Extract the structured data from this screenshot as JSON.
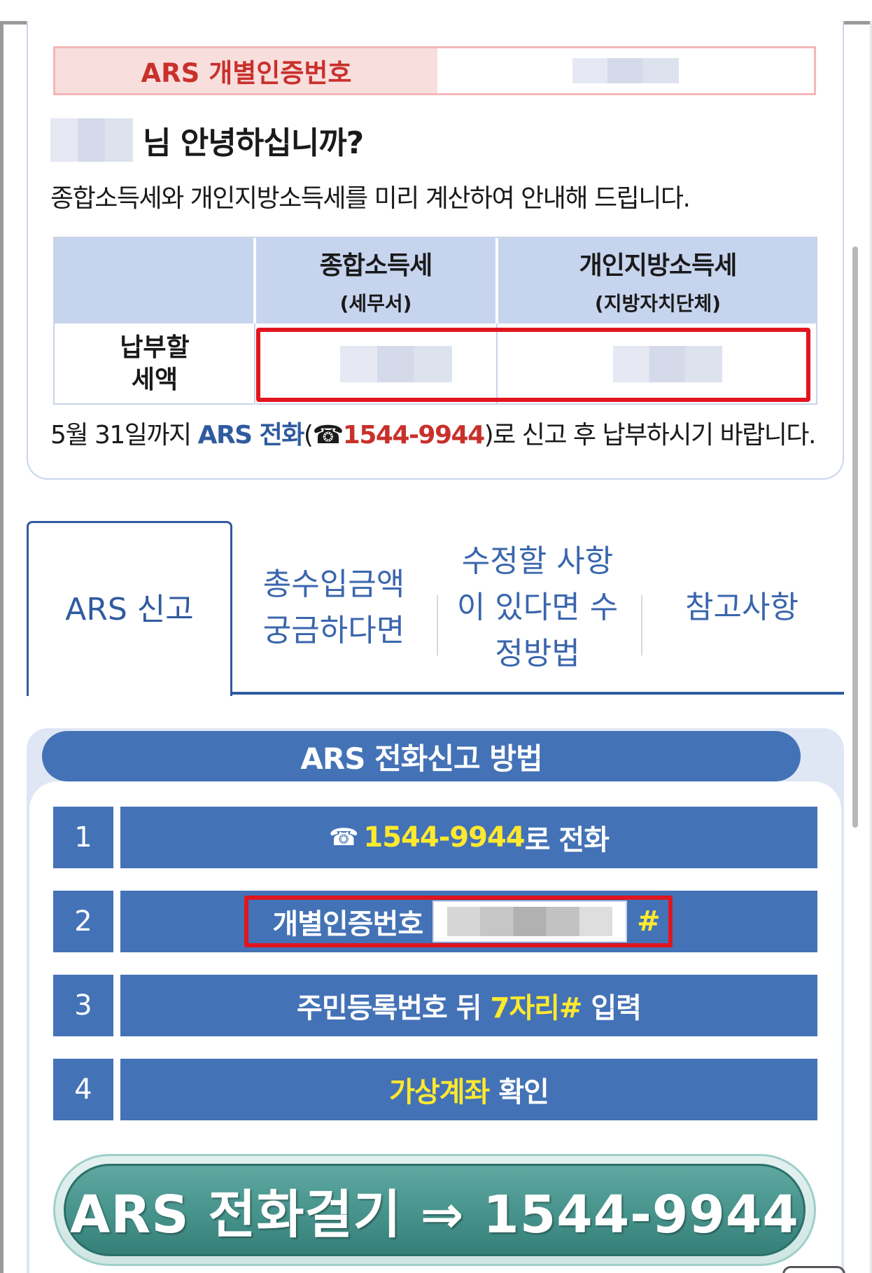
{
  "ars_code": {
    "label": "ARS 개별인증번호"
  },
  "greeting": {
    "suffix": "님 안녕하십니까?"
  },
  "intro": "종합소득세와 개인지방소득세를 미리 계산하여 안내해 드립니다.",
  "tax_table": {
    "col1_title": "종합소득세",
    "col1_sub": "(세무서)",
    "col2_title": "개인지방소득세",
    "col2_sub": "(지방자치단체)",
    "row_label_line1": "납부할",
    "row_label_line2": "세액"
  },
  "notice": {
    "prefix": "5월 31일까지 ",
    "ars_phone": "ARS 전화",
    "open_paren": "(",
    "phone_icon": "☎",
    "phone": "1544-9944",
    "suffix": ")로 신고 후 납부하시기 바랍니다."
  },
  "tabs": [
    {
      "label": "ARS 신고",
      "active": true
    },
    {
      "label": "총수입금액 궁금하다면",
      "active": false
    },
    {
      "label": "수정할 사항이 있다면 수정방법",
      "active": false
    },
    {
      "label": "참고사항",
      "active": false
    }
  ],
  "method": {
    "title": "ARS 전화신고 방법",
    "steps": [
      {
        "num": "1",
        "icon": "☎",
        "highlight": "1544-9944",
        "text": "로 전화"
      },
      {
        "num": "2",
        "text": "개별인증번호",
        "hash": "#"
      },
      {
        "num": "3",
        "text_before": "주민등록번호 뒤 ",
        "highlight": "7자리#",
        "text_after": " 입력"
      },
      {
        "num": "4",
        "highlight": "가상계좌",
        "text_after": " 확인"
      }
    ]
  },
  "call_button": {
    "label": "ARS 전화걸기 ⇒ 1544-9944"
  },
  "colors": {
    "primary_blue": "#4472b6",
    "accent_red": "#c8312b",
    "highlight_yellow": "#ffe92e",
    "call_teal": "#46938c"
  }
}
